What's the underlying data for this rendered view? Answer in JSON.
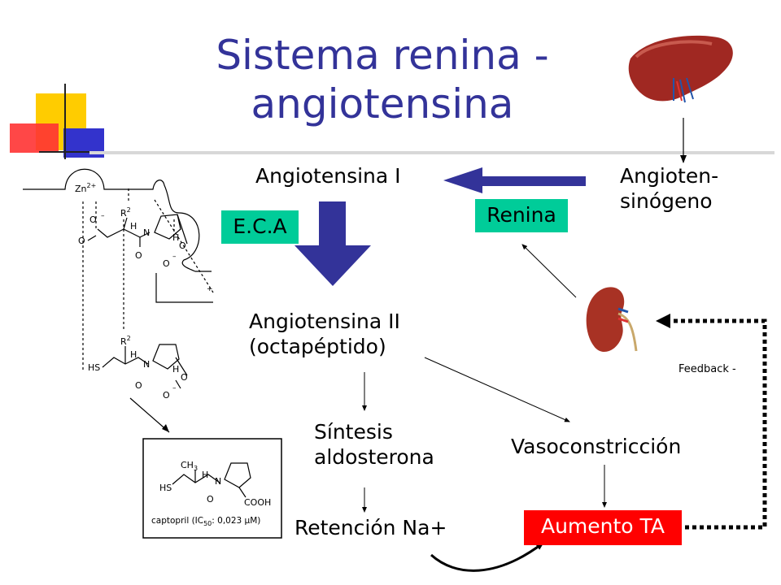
{
  "slide": {
    "title_line1": "Sistema renina -",
    "title_line2": "angiotensina"
  },
  "diagram": {
    "angiotensina1": "Angiotensina I",
    "angiotensinogeno_line1": "Angioten-",
    "angiotensinogeno_line2": "sinógeno",
    "renina": "Renina",
    "eca": "E.C.A",
    "angiotensina2_line1": "Angiotensina II",
    "angiotensina2_line2": "(octapéptido)",
    "sintesis_line1": "Síntesis",
    "sintesis_line2": "aldosterona",
    "vasoconstriccion": "Vasoconstricción",
    "retencion": "Retención Na+",
    "aumento": "Aumento TA",
    "feedback": "Feedback -"
  },
  "molecule": {
    "zn": "Zn",
    "zn_charge": "2+",
    "r2": "R",
    "r2_sup": "2",
    "captopril_ch": "CH",
    "captopril_sub": "3",
    "captopril_label": "captopril (IC",
    "captopril_ic_sub": "50",
    "captopril_value": ": 0,023 μM)"
  },
  "colors": {
    "title": "#333399",
    "arrow_blue": "#333399",
    "box_green": "#00cc99",
    "box_red": "#ff0000"
  }
}
